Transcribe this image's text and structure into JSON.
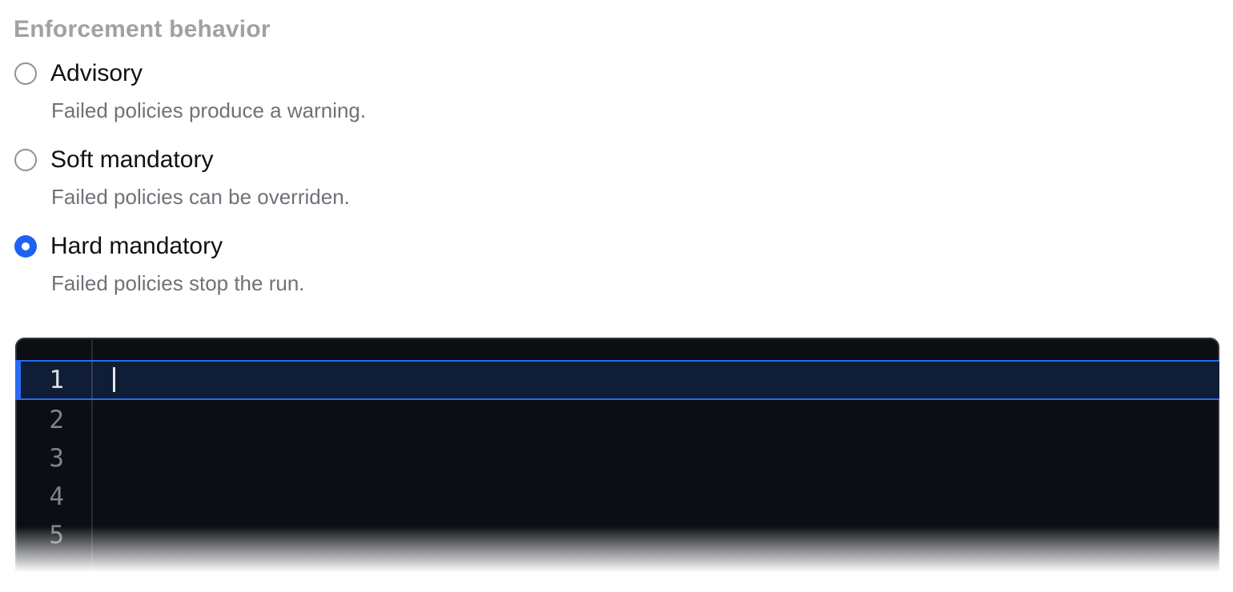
{
  "form": {
    "section_label": "Enforcement behavior",
    "options": [
      {
        "label": "Advisory",
        "description": "Failed policies produce a warning.",
        "selected": false
      },
      {
        "label": "Soft mandatory",
        "description": "Failed policies can be overriden.",
        "selected": false
      },
      {
        "label": "Hard mandatory",
        "description": "Failed policies stop the run.",
        "selected": true
      }
    ],
    "accent_color": "#1c63f2"
  },
  "editor": {
    "line_numbers": [
      "1",
      "2",
      "3",
      "4",
      "5"
    ],
    "active_line_number": "1",
    "content": "",
    "colors": {
      "background": "#0c0e13",
      "active_line_background": "#101d36",
      "active_line_border": "#2b6bf3"
    }
  }
}
